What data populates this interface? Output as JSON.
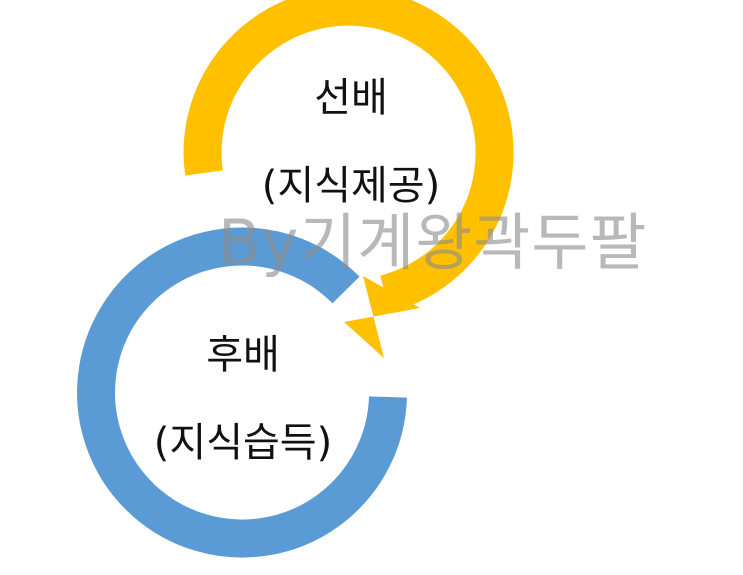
{
  "colors": {
    "senior_ring": "#FFC000",
    "junior_ring": "#5B9BD5",
    "label_text": "#111111",
    "watermark": "#8C8C8C"
  },
  "senior": {
    "title": "선배",
    "subtitle": "(지식제공)"
  },
  "junior": {
    "title": "후배",
    "subtitle": "(지식습득)"
  },
  "watermark": "By기계왕곽두팔"
}
